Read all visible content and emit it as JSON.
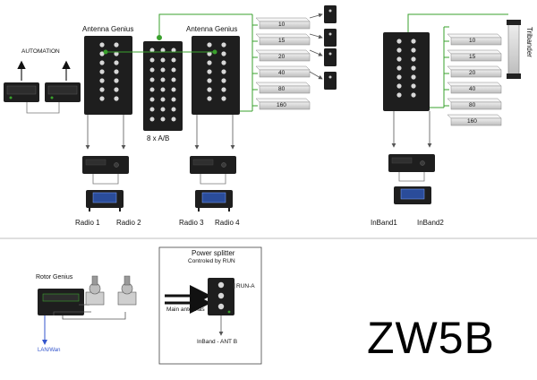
{
  "station": {
    "callsign": "ZW5B"
  },
  "left_group": {
    "automation_label": "AUTOMATION",
    "antenna_genius_1": "Antenna Genius",
    "antenna_genius_2": "Antenna Genius",
    "switch_matrix": "8 x A/B",
    "radios": [
      "Radio 1",
      "Radio 2",
      "Radio 3",
      "Radio 4"
    ]
  },
  "bands": [
    "10",
    "15",
    "20",
    "40",
    "80",
    "160"
  ],
  "right_group": {
    "tribander": "Tribander",
    "bands": [
      "10",
      "15",
      "20",
      "40",
      "80",
      "160"
    ],
    "radios": [
      "InBand1",
      "InBand2"
    ]
  },
  "bottom": {
    "rotor_genius": "Rotor Genius",
    "lan_wan": "LAN/Wan",
    "power_splitter": {
      "title": "Power splitter",
      "subtitle": "Controled by RUN",
      "run_a": "RUN-A",
      "main_antennas": "Main antennas",
      "inband": "InBand - ANT B"
    }
  },
  "colors": {
    "device": "#1e1e1e",
    "port": "#d8d8d8",
    "feedline": "#3aa12d",
    "wire": "#777777",
    "antenna_plate": "#cfcfcf",
    "lan_link": "#3355cc"
  }
}
